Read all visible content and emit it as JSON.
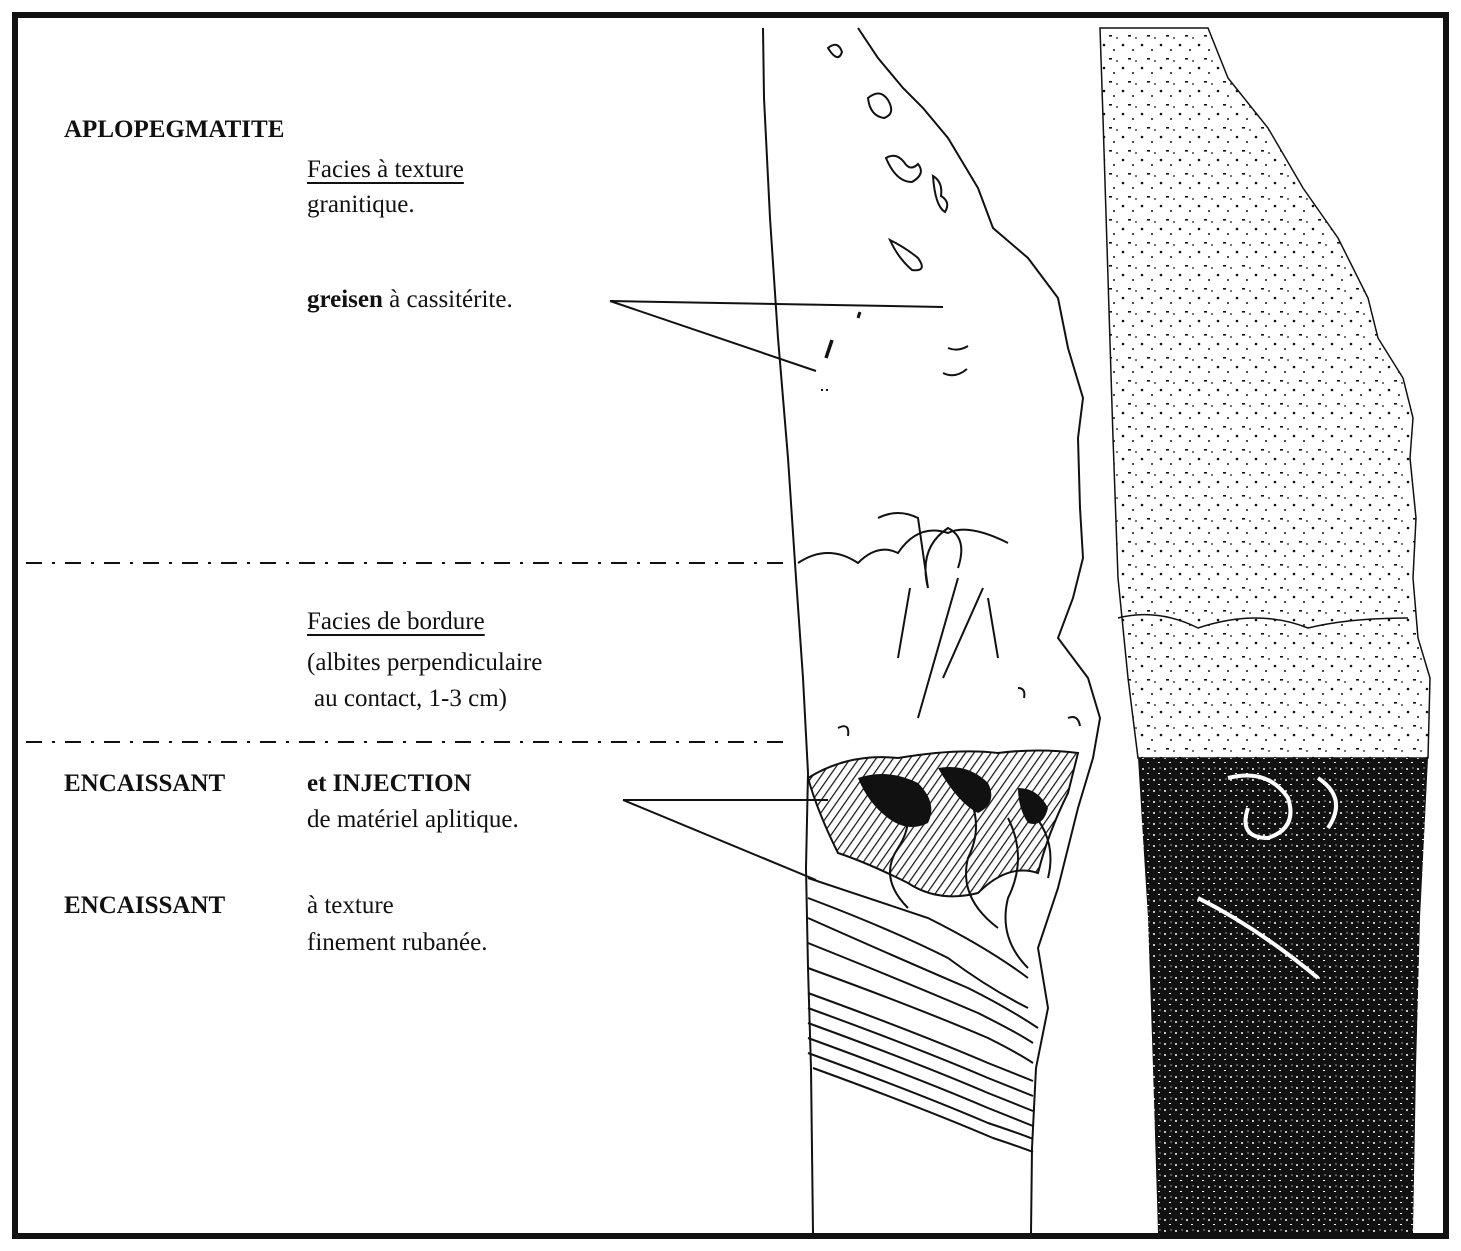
{
  "labels": {
    "aplopegmatite": "APLOPEGMATITE",
    "facies_texture": "Facies à texture",
    "granitique": "granitique.",
    "greisen_bold": "greisen",
    "greisen_rest": " à cassitérite.",
    "facies_bordure": "Facies de bordure",
    "albites_1": "(albites perpendiculaire",
    "albites_2": "au contact, 1-3 cm)",
    "encaissant_1": "ENCAISSANT",
    "injection_bold": "et INJECTION",
    "materiel": "de matériel aplitique.",
    "encaissant_2": "ENCAISSANT",
    "a_texture": "à texture",
    "finement": "finement rubanée."
  },
  "colors": {
    "ink": "#111111",
    "paper": "#ffffff"
  }
}
